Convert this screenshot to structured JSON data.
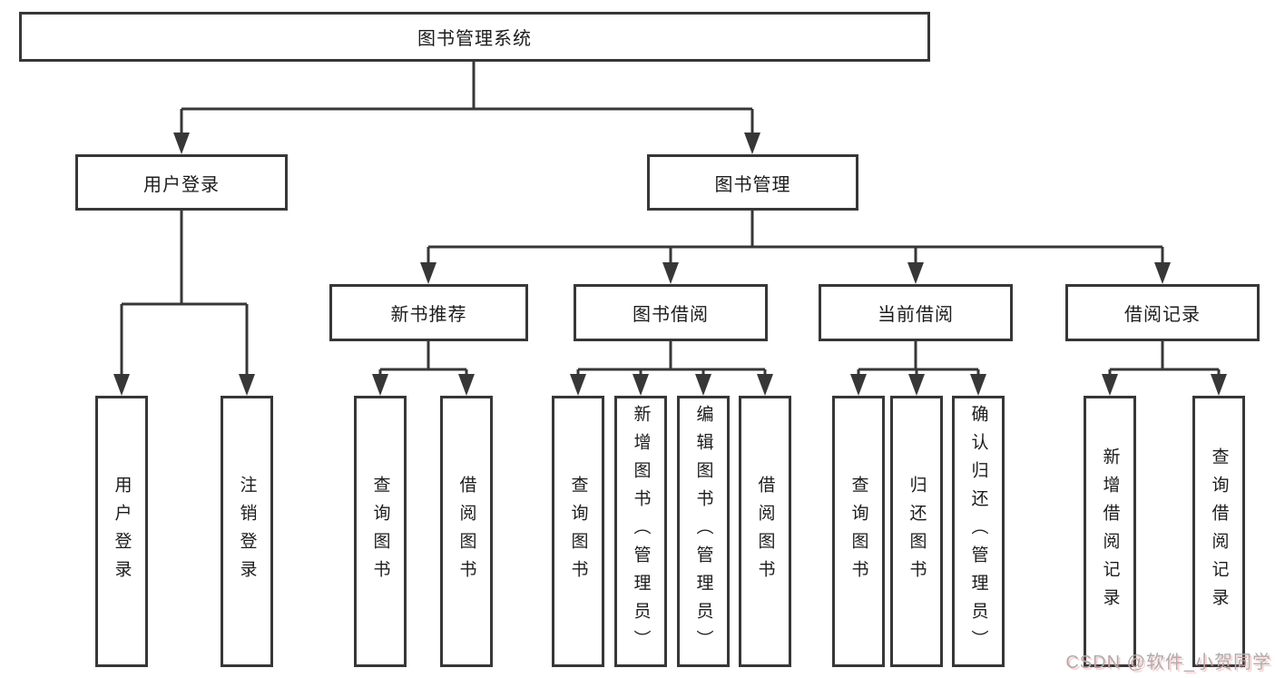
{
  "root": {
    "label": "图书管理系统"
  },
  "level1": [
    {
      "id": "user-login",
      "label": "用户登录"
    },
    {
      "id": "book-management",
      "label": "图书管理"
    }
  ],
  "level2": [
    {
      "id": "new-book-recommend",
      "label": "新书推荐",
      "parent": "图书管理"
    },
    {
      "id": "book-borrow",
      "label": "图书借阅",
      "parent": "图书管理"
    },
    {
      "id": "current-borrow",
      "label": "当前借阅",
      "parent": "图书管理"
    },
    {
      "id": "borrow-record",
      "label": "借阅记录",
      "parent": "图书管理"
    }
  ],
  "leaves": [
    {
      "label": "用户登录",
      "parent": "用户登录"
    },
    {
      "label": "注销登录",
      "parent": "用户登录"
    },
    {
      "label": "查询图书",
      "parent": "新书推荐"
    },
    {
      "label": "借阅图书",
      "parent": "新书推荐"
    },
    {
      "label": "查询图书",
      "parent": "图书借阅"
    },
    {
      "label": "新增图书（管理员）",
      "parent": "图书借阅"
    },
    {
      "label": "编辑图书（管理员）",
      "parent": "图书借阅"
    },
    {
      "label": "借阅图书",
      "parent": "图书借阅"
    },
    {
      "label": "查询图书",
      "parent": "当前借阅"
    },
    {
      "label": "归还图书",
      "parent": "当前借阅"
    },
    {
      "label": "确认归还（管理员）",
      "parent": "当前借阅"
    },
    {
      "label": "新增借阅记录",
      "parent": "借阅记录"
    },
    {
      "label": "查询借阅记录",
      "parent": "借阅记录"
    }
  ],
  "watermark": "CSDN @软件_小贺同学",
  "colors": {
    "line": "#373737",
    "text": "#1c1c1c",
    "background": "#ffffff",
    "watermark_gray": "#b1abab",
    "watermark_red": "#eb5a5a"
  }
}
